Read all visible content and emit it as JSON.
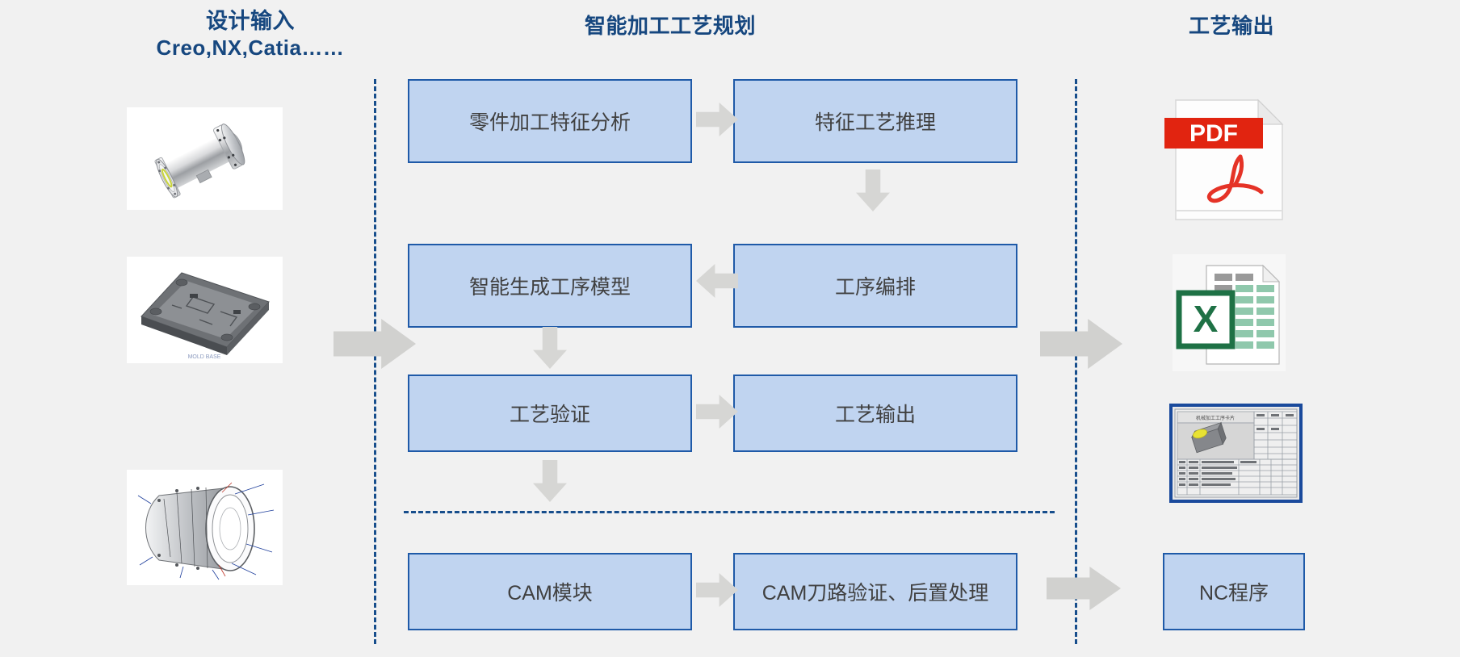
{
  "zones": {
    "left": {
      "title": "设计输入",
      "subtitle": "Creo,NX,Catia……",
      "thumbnails": [
        {
          "name": "shaft-housing-cad-model",
          "caption": ""
        },
        {
          "name": "mold-base-cad-model",
          "caption": ""
        },
        {
          "name": "engine-casing-cad-model",
          "caption": ""
        }
      ]
    },
    "center": {
      "title": "智能加工工艺规划",
      "boxes": {
        "feature_analysis": "零件加工特征分析",
        "feature_reasoning": "特征工艺推理",
        "generate_model": "智能生成工序模型",
        "sequencing": "工序编排",
        "verification": "工艺验证",
        "process_output": "工艺输出",
        "cam_module": "CAM模块",
        "cam_verify_post": "CAM刀路验证、后置处理"
      }
    },
    "right": {
      "title": "工艺输出",
      "nc_box": "NC程序",
      "outputs": [
        {
          "name": "pdf-file-icon",
          "label": "PDF"
        },
        {
          "name": "excel-file-icon",
          "label": "X"
        },
        {
          "name": "process-sheet-thumbnail",
          "label": ""
        }
      ]
    }
  },
  "colors": {
    "accent_blue": "#16477f",
    "box_fill": "#c0d4f0",
    "box_border": "#1f5aa8",
    "arrow_gray": "#d6d6d4",
    "background": "#f1f1f1",
    "pdf_red": "#e12410",
    "excel_green": "#1e7145"
  }
}
